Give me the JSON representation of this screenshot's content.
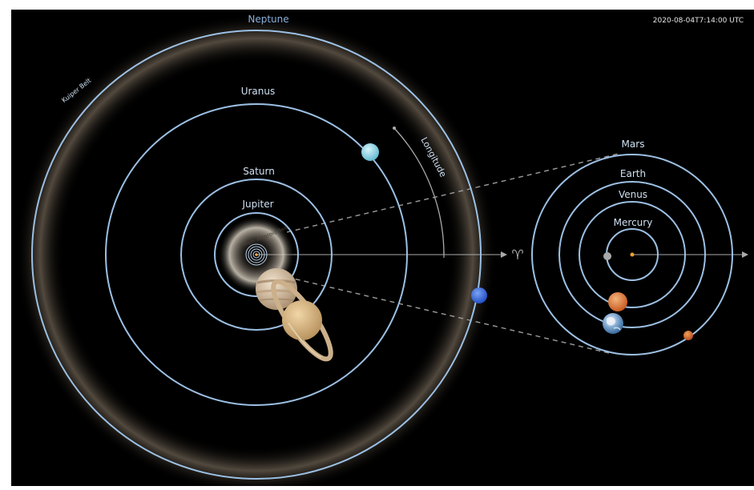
{
  "timestamp": "2020-08-04T7:14:00 UTC",
  "colors": {
    "background": "#000000",
    "orbit_stroke": "#9cc0e4",
    "label": "#cfe0f2",
    "dashed_line": "#9c9c9c",
    "kuiper_glow": "#6e6253"
  },
  "outer_system": {
    "kuiper_label": "Kuiper Belt",
    "neptune": "Neptune",
    "uranus": "Uranus",
    "saturn": "Saturn",
    "jupiter": "Jupiter",
    "asteroid_label": "Main Asteroid Belt",
    "longitude_label": "Longitude",
    "vernal_equinox_symbol": "♈"
  },
  "inner_system": {
    "mars": "Mars",
    "earth": "Earth",
    "venus": "Venus",
    "mercury": "Mercury"
  },
  "icons": [
    "sun-icon",
    "neptune-planet-icon",
    "uranus-planet-icon",
    "saturn-planet-icon",
    "jupiter-planet-icon",
    "mercury-planet-icon",
    "venus-planet-icon",
    "earth-planet-icon",
    "mars-planet-icon",
    "ram-symbol-icon"
  ]
}
